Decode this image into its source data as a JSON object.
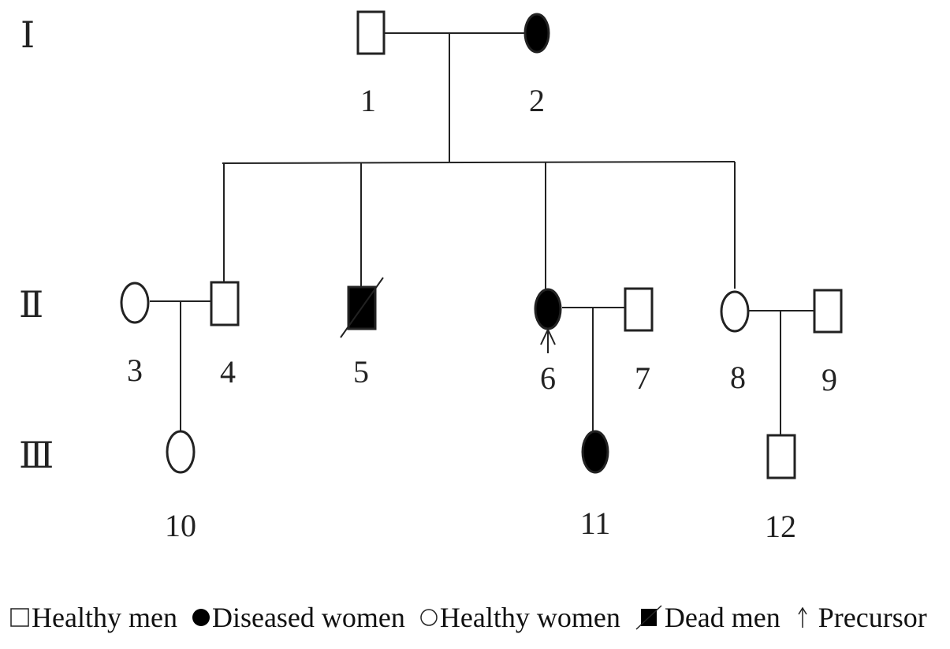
{
  "generations": [
    "Ⅰ",
    "Ⅱ",
    "Ⅲ"
  ],
  "individuals": [
    {
      "id": "1",
      "sex": "male",
      "status": "healthy"
    },
    {
      "id": "2",
      "sex": "female",
      "status": "diseased"
    },
    {
      "id": "3",
      "sex": "female",
      "status": "healthy"
    },
    {
      "id": "4",
      "sex": "male",
      "status": "healthy"
    },
    {
      "id": "5",
      "sex": "male",
      "status": "dead"
    },
    {
      "id": "6",
      "sex": "female",
      "status": "diseased",
      "proband": true
    },
    {
      "id": "7",
      "sex": "male",
      "status": "healthy"
    },
    {
      "id": "8",
      "sex": "female",
      "status": "healthy"
    },
    {
      "id": "9",
      "sex": "male",
      "status": "healthy"
    },
    {
      "id": "10",
      "sex": "female",
      "status": "healthy"
    },
    {
      "id": "11",
      "sex": "female",
      "status": "diseased"
    },
    {
      "id": "12",
      "sex": "male",
      "status": "healthy"
    }
  ],
  "legend": [
    {
      "symbol": "square-open",
      "label": "Healthy men"
    },
    {
      "symbol": "circle-filled",
      "label": "Diseased women"
    },
    {
      "symbol": "circle-open",
      "label": "Healthy women"
    },
    {
      "symbol": "square-filled-slash",
      "label": "Dead men"
    },
    {
      "symbol": "arrow-up",
      "label": "Precursor"
    }
  ]
}
